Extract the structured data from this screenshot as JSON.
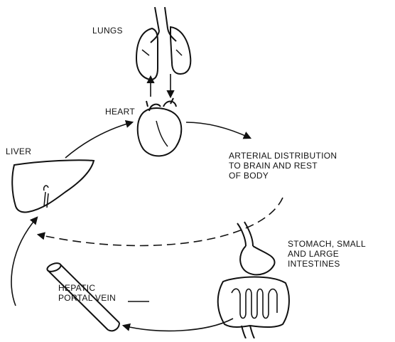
{
  "labels": {
    "lungs": "LUNGS",
    "heart": "HEART",
    "liver": "LIVER",
    "arterial": [
      "ARTERIAL DISTRIBUTION",
      "TO BRAIN AND REST",
      "OF BODY"
    ],
    "gut": [
      "STOMACH, SMALL",
      "AND LARGE",
      "INTESTINES"
    ],
    "portal": [
      "HEPATIC",
      "PORTAL VEIN"
    ]
  },
  "style": {
    "ink": "#111111",
    "background": "#ffffff"
  }
}
